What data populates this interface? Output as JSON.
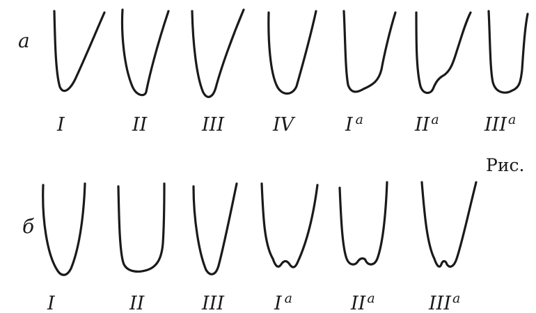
{
  "caption": "Рис.",
  "rows": [
    {
      "letter": "а",
      "items": [
        {
          "numeral": "I",
          "suffix": ""
        },
        {
          "numeral": "II",
          "suffix": ""
        },
        {
          "numeral": "III",
          "suffix": ""
        },
        {
          "numeral": "IV",
          "suffix": ""
        },
        {
          "numeral": "I",
          "suffix": "a"
        },
        {
          "numeral": "II",
          "suffix": "a"
        },
        {
          "numeral": "III",
          "suffix": "a"
        }
      ]
    },
    {
      "letter": "б",
      "items": [
        {
          "numeral": "I",
          "suffix": ""
        },
        {
          "numeral": "II",
          "suffix": ""
        },
        {
          "numeral": "III",
          "suffix": ""
        },
        {
          "numeral": "I",
          "suffix": "a"
        },
        {
          "numeral": "II",
          "suffix": "a"
        },
        {
          "numeral": "III",
          "suffix": "a"
        }
      ]
    }
  ]
}
